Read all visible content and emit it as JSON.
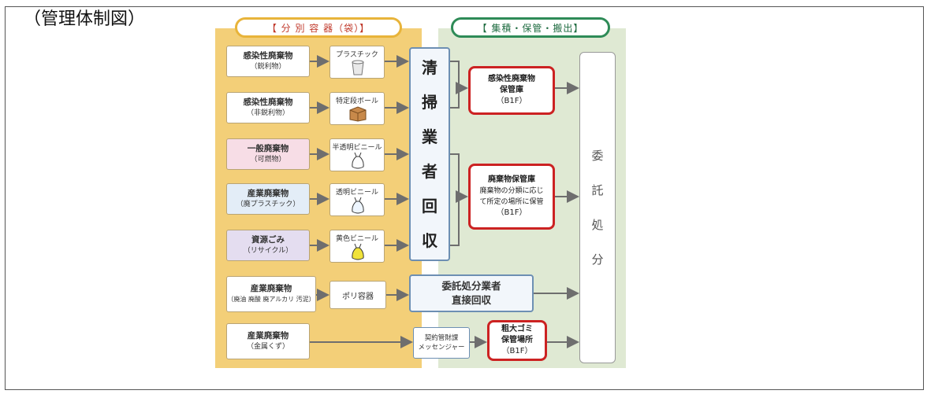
{
  "title": "（管理体制図）",
  "headers": {
    "separate": "【 分 別 容 器（袋）】",
    "collect": "【 集積・保管・搬出】"
  },
  "categories": [
    {
      "main": "感染性廃棄物",
      "sub": "（鋭利物）",
      "container": "プラスチック",
      "icon": "bucket-icon"
    },
    {
      "main": "感染性廃棄物",
      "sub": "（非鋭利物）",
      "container": "特定段ボール",
      "icon": "box-icon"
    },
    {
      "main": "一般廃棄物",
      "sub": "（可燃物）",
      "container": "半透明ビニール",
      "icon": "bag-icon"
    },
    {
      "main": "産業廃棄物",
      "sub": "（廃プラスチック）",
      "container": "透明ビニール",
      "icon": "bag-icon"
    },
    {
      "main": "資源ごみ",
      "sub": "（リサイクル）",
      "container": "黄色ビニール",
      "icon": "yellow-bag-icon"
    },
    {
      "main": "産業廃棄物",
      "sub": "（廃油 廃酸 廃アルカリ 汚泥）",
      "container": "ポリ容器"
    },
    {
      "main": "産業廃棄物",
      "sub": "（金属くず）"
    }
  ],
  "collector_chars": [
    "清",
    "掃",
    "業",
    "者",
    "回",
    "収"
  ],
  "storage": {
    "infectious": {
      "line1": "感染性廃棄物",
      "line2": "保管庫",
      "line3": "（B1F）"
    },
    "waste": {
      "line1": "廃棄物保管庫",
      "line2": "廃棄物の分類に応じ",
      "line3": "て所定の場所に保管",
      "line4": "（B1F）"
    },
    "bulky": {
      "line1": "粗大ゴミ",
      "line2": "保管場所",
      "line3": "（B1F）"
    }
  },
  "direct": {
    "line1": "委託処分業者",
    "line2": "直接回収"
  },
  "contract": {
    "line1": "契約管財課",
    "line2": "メッセンジャー"
  },
  "consign_chars": [
    "委",
    "託",
    "処",
    "分"
  ],
  "colors": {
    "yellow_panel": "#f3cf78",
    "green_panel": "#dfe9d3",
    "red_border": "#cc2222",
    "arrow": "#6e6e6e"
  }
}
